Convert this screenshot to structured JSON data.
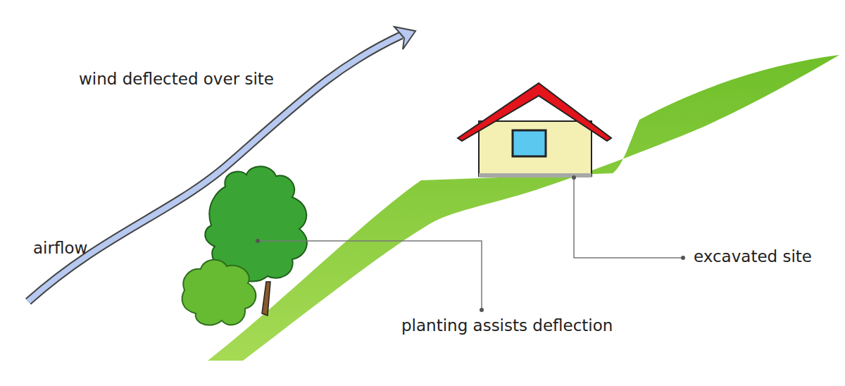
{
  "diagram": {
    "labels": [
      "wind deflected over site",
      "airflow",
      "planting assists deflection",
      "excavated site"
    ]
  }
}
